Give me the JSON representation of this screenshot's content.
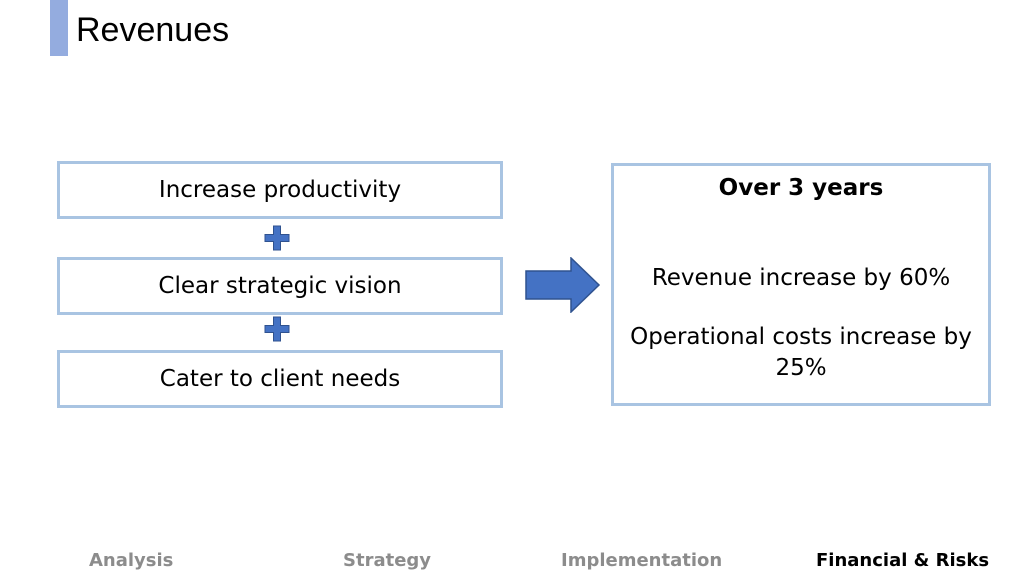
{
  "slide": {
    "title": "Revenues",
    "accent_color": "#94acdf"
  },
  "inputs": [
    {
      "label": "Increase productivity"
    },
    {
      "label": "Clear strategic vision"
    },
    {
      "label": "Cater to client needs"
    }
  ],
  "result": {
    "heading": "Over 3 years",
    "line1": "Revenue increase by 60%",
    "line2": "Operational costs increase by 25%"
  },
  "nav": {
    "items": [
      {
        "label": "Analysis",
        "active": false
      },
      {
        "label": "Strategy",
        "active": false
      },
      {
        "label": "Implementation",
        "active": false
      },
      {
        "label": "Financial & Risks",
        "active": true
      }
    ]
  },
  "colors": {
    "box_border": "#a9c4e2",
    "shape_fill": "#4472c4",
    "shape_stroke": "#2f528f",
    "nav_inactive": "#8c8c8c",
    "nav_active": "#000000"
  }
}
